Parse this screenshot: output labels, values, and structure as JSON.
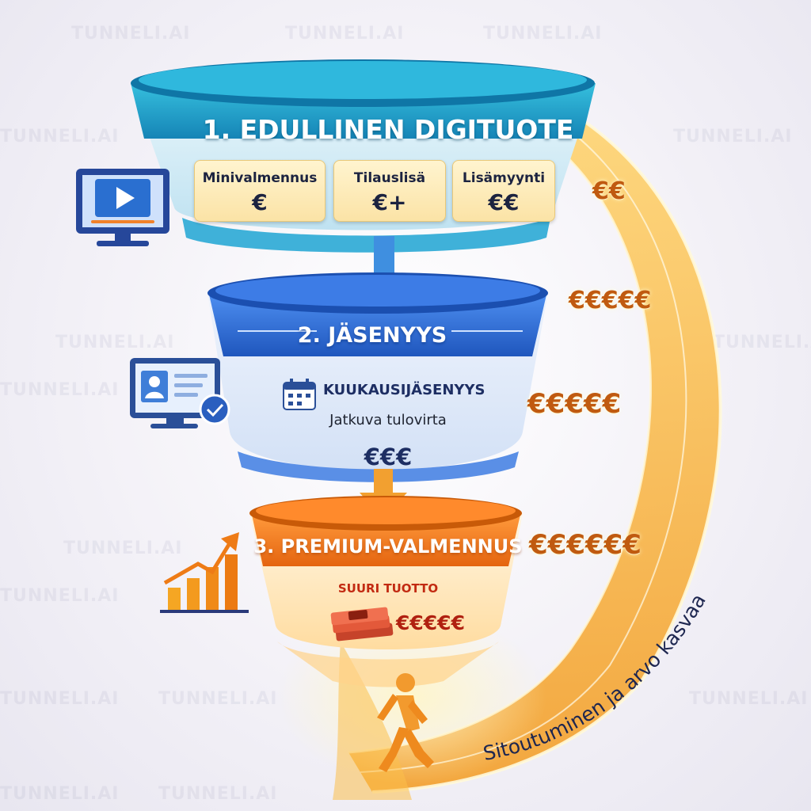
{
  "watermark": "TUNNELI.AI",
  "funnel1": {
    "title": "1. EDULLINEN DIGITUOTE",
    "items": [
      {
        "label": "Minivalmennus",
        "price": "€"
      },
      {
        "label": "Tilauslisä",
        "price": "€+"
      },
      {
        "label": "Lisämyynti",
        "price": "€€"
      }
    ]
  },
  "funnel2": {
    "title": "2. JÄSENYYS",
    "membership": "KUUKAUSIJÄSENYYS",
    "revenue": "Jatkuva tulovirta",
    "price": "€€€"
  },
  "funnel3": {
    "title": "3. PREMIUM-VALMENNUS",
    "return_label": "SUURI TUOTTO",
    "price": "€€€€€"
  },
  "euro_labels": [
    "€€",
    "€€€€€",
    "€€€€€",
    "€€€€€€"
  ],
  "arc_text": "Sitoutuminen ja arvo kasvaa",
  "icons": [
    "video-monitor-icon",
    "member-profile-icon",
    "growth-chart-icon",
    "calendar-icon",
    "money-stack-icon",
    "walking-person-icon"
  ],
  "colors": {
    "teal": "#1fa6c9",
    "blue": "#2f6fd6",
    "orange": "#f07a1c",
    "gold": "#f7b733"
  }
}
